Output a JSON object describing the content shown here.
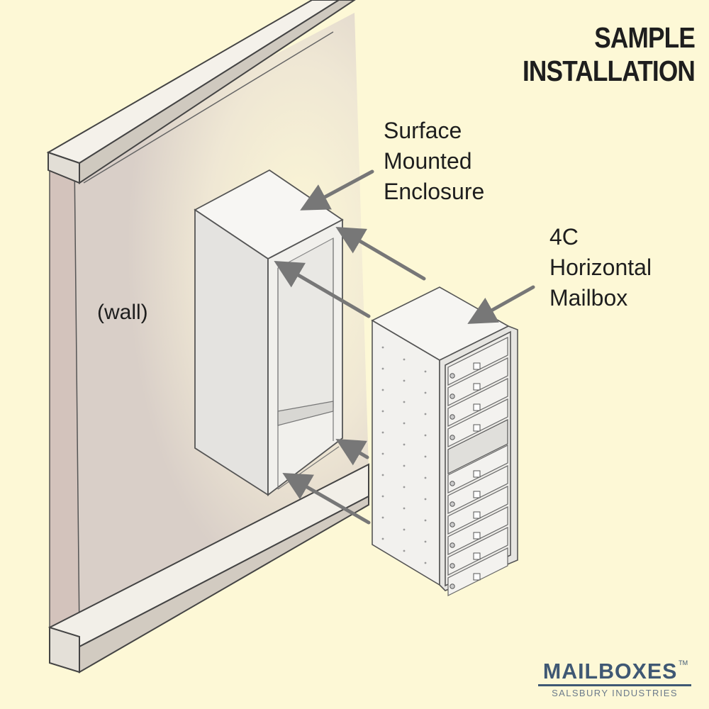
{
  "title": "SAMPLE INSTALLATION",
  "labels": {
    "enclosure": [
      "Surface",
      "Mounted",
      "Enclosure"
    ],
    "mailbox": [
      "4C",
      "Horizontal",
      "Mailbox"
    ],
    "wall": "(wall)"
  },
  "logo": {
    "name": "MAILBOXES",
    "trademark": "TM",
    "subtitle": "SALSBURY INDUSTRIES"
  },
  "colors": {
    "background": "#fdf8d6",
    "wall": "#d9cfc8",
    "brand": "#3f5874"
  }
}
